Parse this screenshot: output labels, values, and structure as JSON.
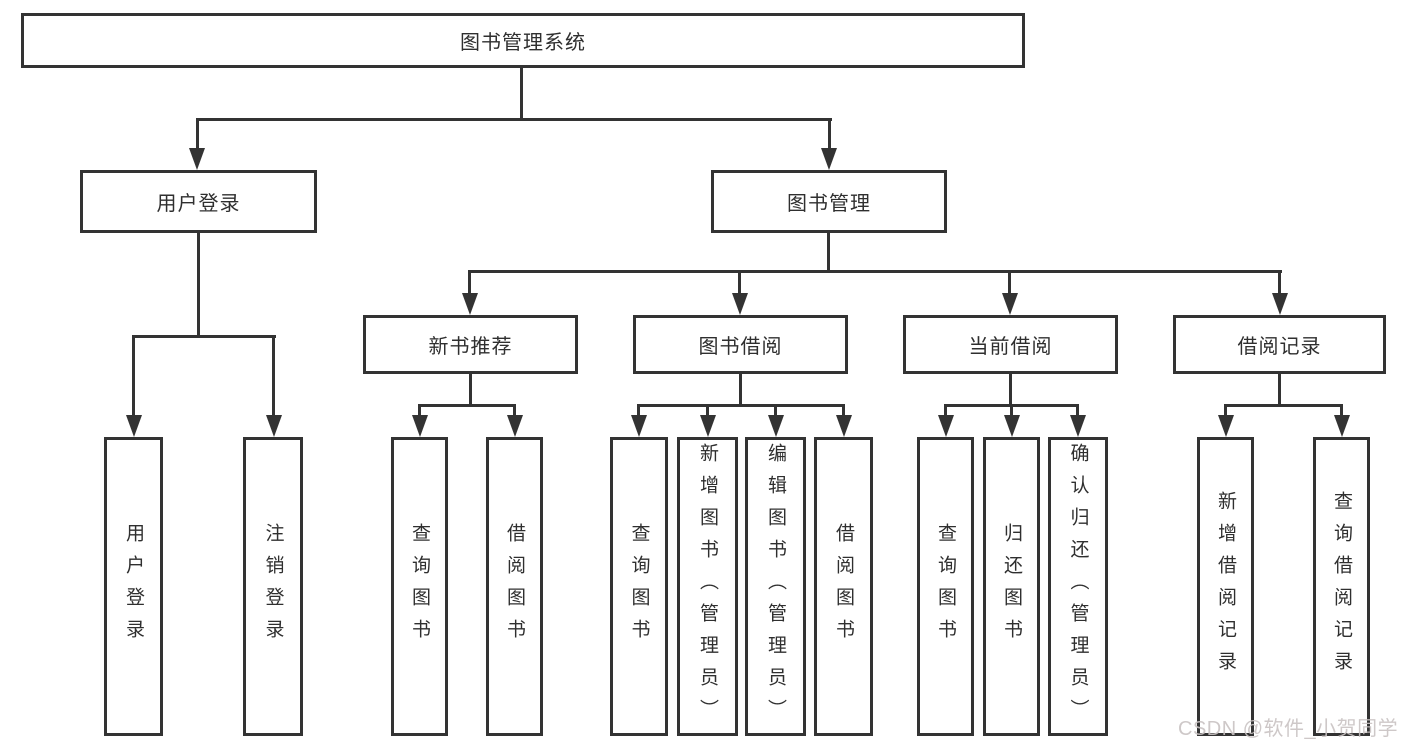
{
  "colors": {
    "line": "#333333",
    "text": "#2f2f2f",
    "background": "#ffffff",
    "watermark_color": "#c9c3c3"
  },
  "watermark": {
    "text": "CSDN @软件_小贺同学"
  },
  "tree": {
    "root": "图书管理系统",
    "level2": [
      {
        "label": "用户登录",
        "children": [
          "用户登录",
          "注销登录"
        ]
      },
      {
        "label": "图书管理",
        "groups": [
          {
            "label": "新书推荐",
            "children": [
              "查询图书",
              "借阅图书"
            ]
          },
          {
            "label": "图书借阅",
            "children": [
              "查询图书",
              "新增图书（管理员）",
              "编辑图书（管理员）",
              "借阅图书"
            ]
          },
          {
            "label": "当前借阅",
            "children": [
              "查询图书",
              "归还图书",
              "确认归还（管理员）"
            ]
          },
          {
            "label": "借阅记录",
            "children": [
              "新增借阅记录",
              "查询借阅记录"
            ]
          }
        ]
      }
    ]
  }
}
